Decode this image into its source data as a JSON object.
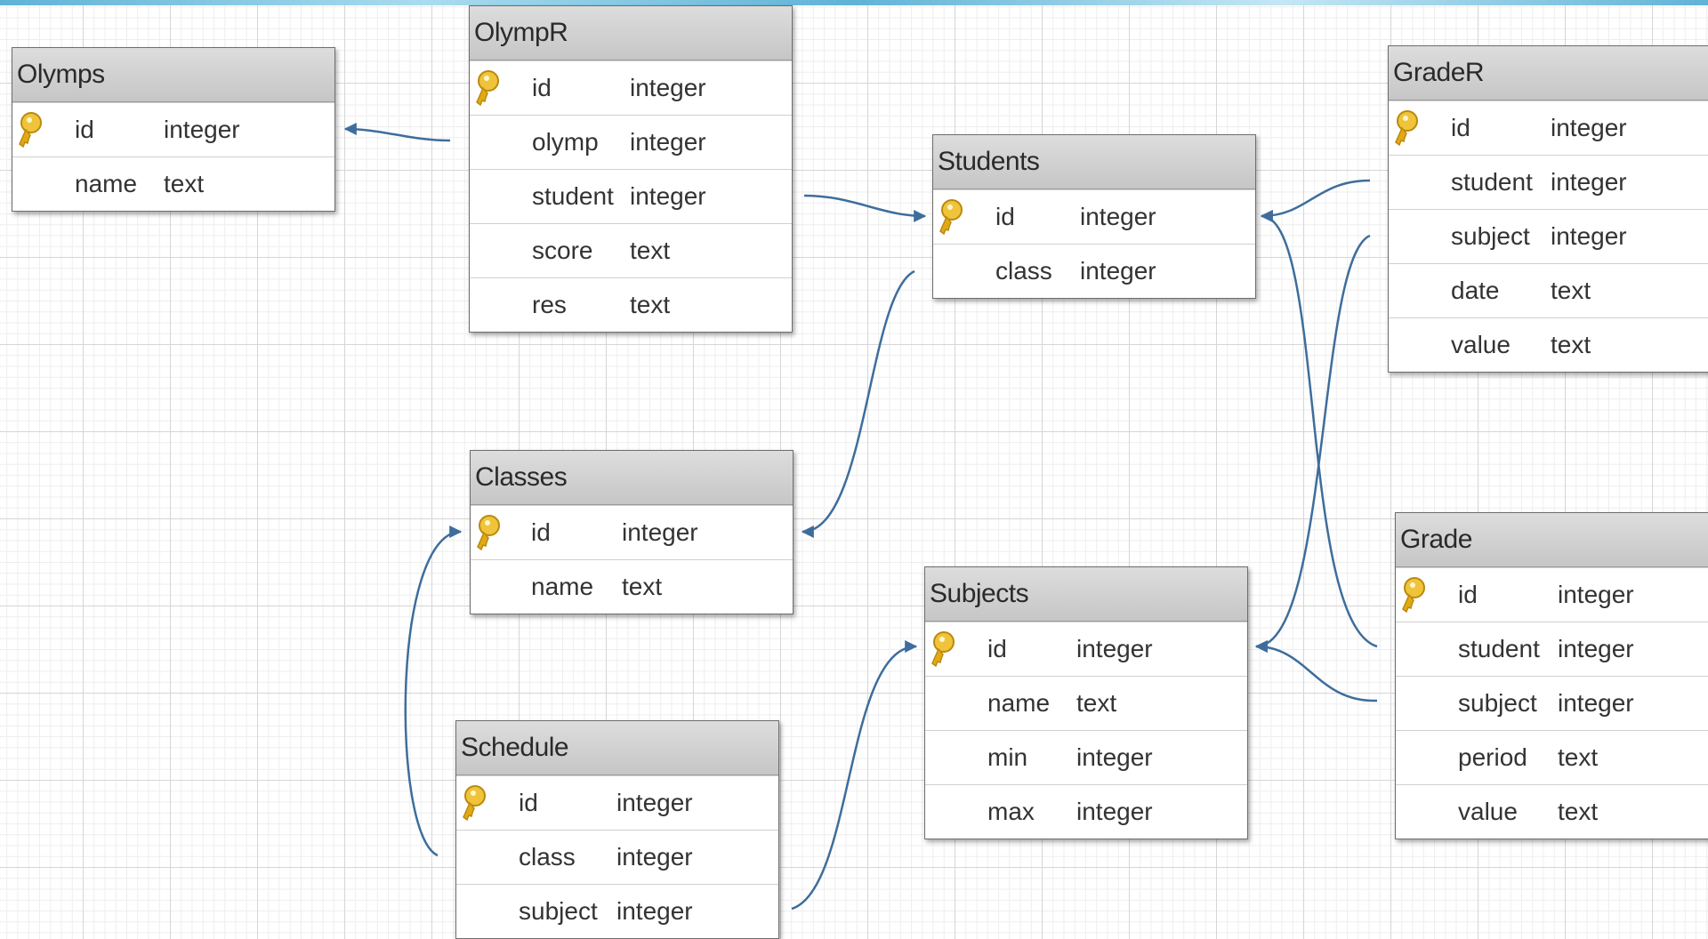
{
  "colors": {
    "header_bg": "#cfcfcf",
    "link": "#3e6d9c",
    "key": "#e8b820",
    "grid": "#d6d6d6"
  },
  "icons": {
    "primary_key": "key-icon"
  },
  "tables": {
    "olymps": {
      "title": "Olymps",
      "fields": [
        {
          "name": "id",
          "type": "integer",
          "pk": true
        },
        {
          "name": "name",
          "type": "text",
          "pk": false
        }
      ]
    },
    "olympr": {
      "title": "OlympR",
      "fields": [
        {
          "name": "id",
          "type": "integer",
          "pk": true
        },
        {
          "name": "olymp",
          "type": "integer",
          "pk": false
        },
        {
          "name": "student",
          "type": "integer",
          "pk": false
        },
        {
          "name": "score",
          "type": "text",
          "pk": false
        },
        {
          "name": "res",
          "type": "text",
          "pk": false
        }
      ]
    },
    "students": {
      "title": "Students",
      "fields": [
        {
          "name": "id",
          "type": "integer",
          "pk": true
        },
        {
          "name": "class",
          "type": "integer",
          "pk": false
        }
      ]
    },
    "grader": {
      "title": "GradeR",
      "fields": [
        {
          "name": "id",
          "type": "integer",
          "pk": true
        },
        {
          "name": "student",
          "type": "integer",
          "pk": false
        },
        {
          "name": "subject",
          "type": "integer",
          "pk": false
        },
        {
          "name": "date",
          "type": "text",
          "pk": false
        },
        {
          "name": "value",
          "type": "text",
          "pk": false
        }
      ]
    },
    "classes": {
      "title": "Classes",
      "fields": [
        {
          "name": "id",
          "type": "integer",
          "pk": true
        },
        {
          "name": "name",
          "type": "text",
          "pk": false
        }
      ]
    },
    "subjects": {
      "title": "Subjects",
      "fields": [
        {
          "name": "id",
          "type": "integer",
          "pk": true
        },
        {
          "name": "name",
          "type": "text",
          "pk": false
        },
        {
          "name": "min",
          "type": "integer",
          "pk": false
        },
        {
          "name": "max",
          "type": "integer",
          "pk": false
        }
      ]
    },
    "schedule": {
      "title": "Schedule",
      "fields": [
        {
          "name": "id",
          "type": "integer",
          "pk": true
        },
        {
          "name": "class",
          "type": "integer",
          "pk": false
        },
        {
          "name": "subject",
          "type": "integer",
          "pk": false
        }
      ]
    },
    "grade": {
      "title": "Grade",
      "fields": [
        {
          "name": "id",
          "type": "integer",
          "pk": true
        },
        {
          "name": "student",
          "type": "integer",
          "pk": false
        },
        {
          "name": "subject",
          "type": "integer",
          "pk": false
        },
        {
          "name": "period",
          "type": "text",
          "pk": false
        },
        {
          "name": "value",
          "type": "text",
          "pk": false
        }
      ]
    }
  },
  "relationships": [
    {
      "from": "OlympR.olymp",
      "to": "Olymps.id"
    },
    {
      "from": "OlympR.student",
      "to": "Students.id"
    },
    {
      "from": "Students.class",
      "to": "Classes.id"
    },
    {
      "from": "Schedule.class",
      "to": "Classes.id"
    },
    {
      "from": "Schedule.subject",
      "to": "Subjects.id"
    },
    {
      "from": "GradeR.student",
      "to": "Students.id"
    },
    {
      "from": "GradeR.subject",
      "to": "Subjects.id"
    },
    {
      "from": "Grade.student",
      "to": "Students.id"
    },
    {
      "from": "Grade.subject",
      "to": "Subjects.id"
    }
  ]
}
